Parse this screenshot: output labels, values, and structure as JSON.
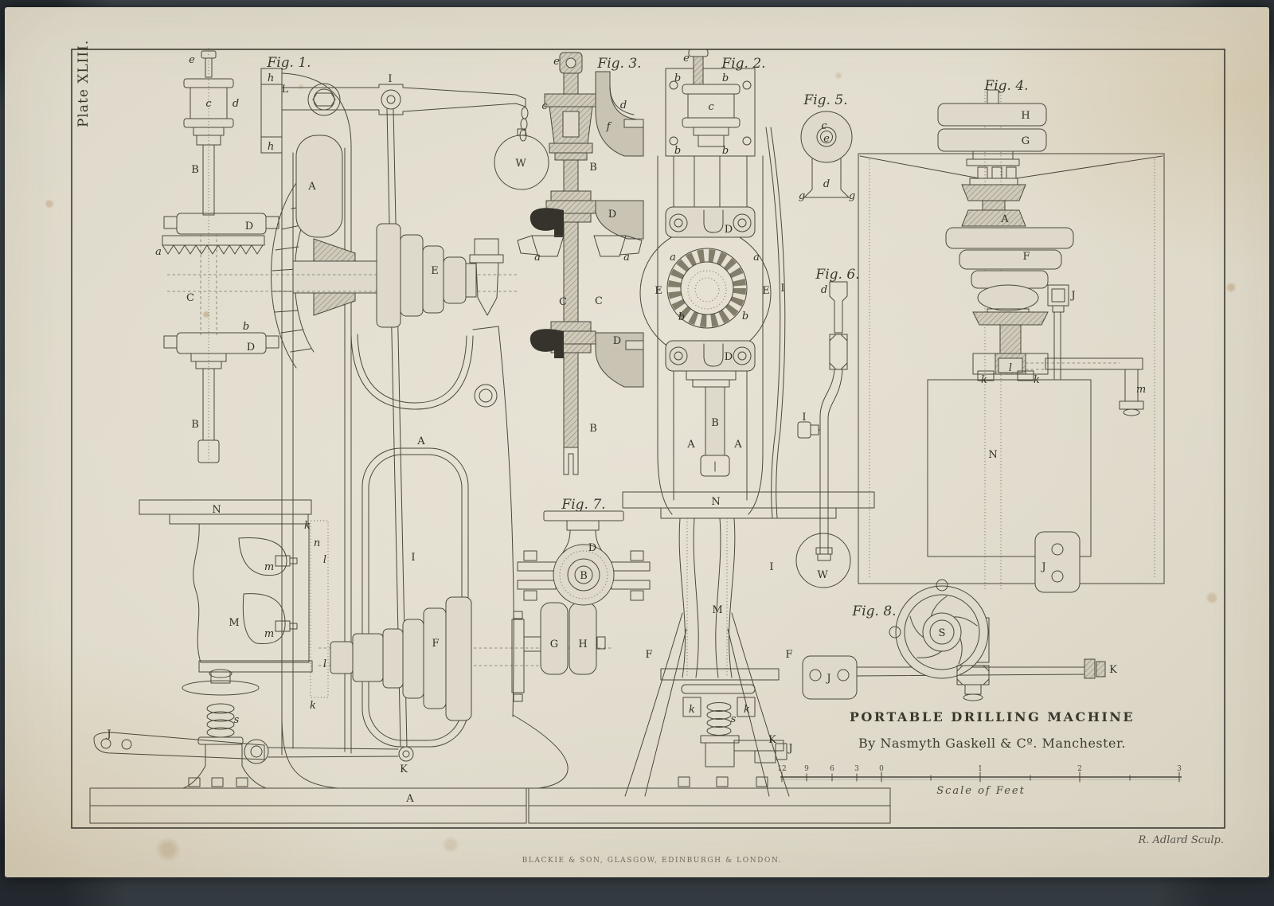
{
  "plate": {
    "number": "Plate XLIII."
  },
  "title": {
    "main": "PORTABLE DRILLING MACHINE",
    "sub": "By Nasmyth Gaskell & Cº. Manchester."
  },
  "imprint": {
    "publisher": "BLACKIE & SON, GLASGOW, EDINBURGH & LONDON.",
    "engraver": "R. Adlard Sculp."
  },
  "scale": {
    "caption": "Scale of Feet",
    "inch_ticks": [
      "12",
      "9",
      "6",
      "3",
      "0"
    ],
    "foot_ticks": [
      "1",
      "2",
      "3"
    ]
  },
  "figures": {
    "fig1": {
      "caption": "Fig. 1.",
      "parts": [
        "e",
        "c",
        "d",
        "h",
        "L",
        "h",
        "I",
        "W",
        "B",
        "D",
        "a",
        "C",
        "b",
        "D",
        "B",
        "A",
        "E",
        "A",
        "N",
        "k",
        "n",
        "l",
        "m",
        "M",
        "m",
        "l",
        "k",
        "s",
        "J",
        "I",
        "F",
        "K",
        "A",
        "G",
        "H"
      ]
    },
    "fig2": {
      "caption": "Fig. 2.",
      "parts": [
        "e",
        "b",
        "b",
        "c",
        "b",
        "b",
        "D",
        "a",
        "a",
        "E",
        "E",
        "I",
        "b",
        "b",
        "D",
        "B",
        "A",
        "A",
        "N",
        "I",
        "M",
        "F",
        "F",
        "k",
        "s",
        "k",
        "K",
        "J"
      ]
    },
    "fig3": {
      "caption": "Fig. 3.",
      "parts": [
        "e",
        "c",
        "d",
        "f",
        "B",
        "D",
        "a",
        "a",
        "C",
        "C",
        "D",
        "B"
      ]
    },
    "fig4": {
      "caption": "Fig. 4.",
      "parts": [
        "H",
        "G",
        "A",
        "F",
        "J",
        "l",
        "k",
        "k",
        "m",
        "N",
        "J"
      ]
    },
    "fig5": {
      "caption": "Fig. 5.",
      "parts": [
        "c",
        "e",
        "d",
        "g",
        "g"
      ]
    },
    "fig6": {
      "caption": "Fig. 6.",
      "parts": [
        "d",
        "I",
        "W"
      ]
    },
    "fig7": {
      "caption": "Fig. 7.",
      "parts": [
        "D",
        "B"
      ]
    },
    "fig8": {
      "caption": "Fig. 8.",
      "parts": [
        "J",
        "S",
        "K"
      ]
    }
  },
  "colors": {
    "paper": "#ded9ca",
    "ink": "#4b473c",
    "backdrop": "#3e4449"
  }
}
